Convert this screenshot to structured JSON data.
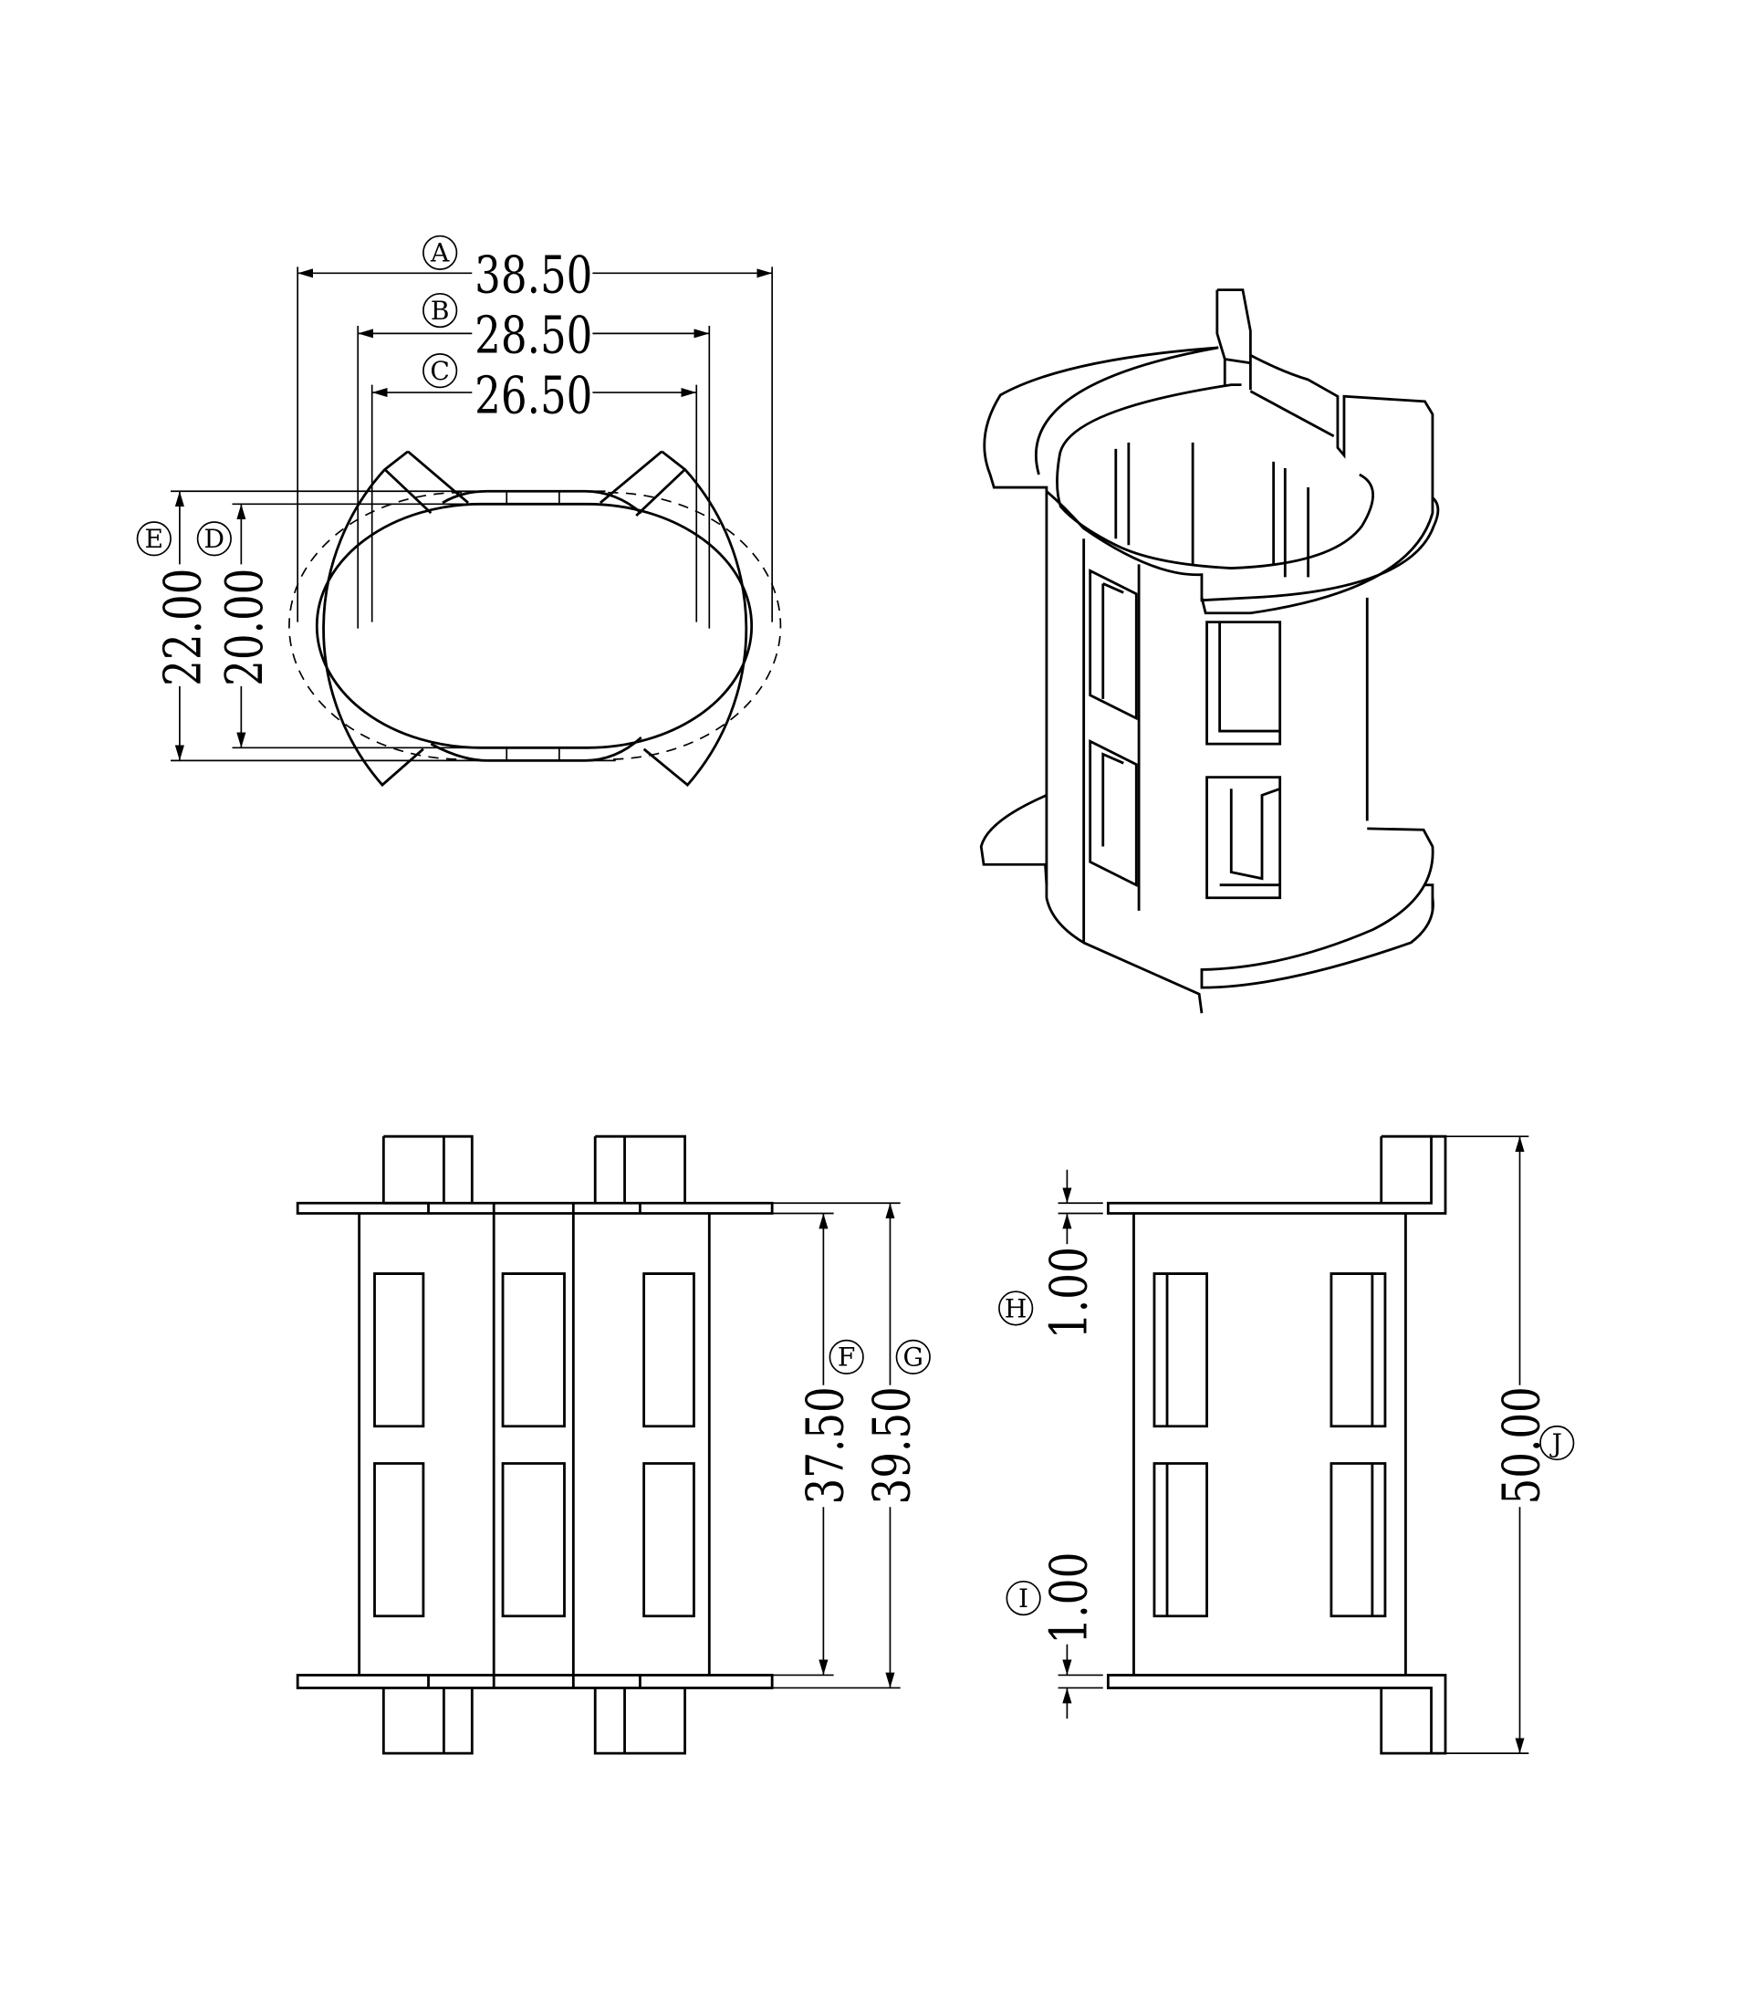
{
  "drawing": {
    "views": [
      "top-view",
      "isometric-view",
      "front-view",
      "side-view"
    ],
    "line_color": "#000000",
    "background": "#ffffff"
  },
  "dimensions": {
    "A": {
      "label": "A",
      "value": "38.50"
    },
    "B": {
      "label": "B",
      "value": "28.50"
    },
    "C": {
      "label": "C",
      "value": "26.50"
    },
    "D": {
      "label": "D",
      "value": "20.00"
    },
    "E": {
      "label": "E",
      "value": "22.00"
    },
    "F": {
      "label": "F",
      "value": "37.50"
    },
    "G": {
      "label": "G",
      "value": "39.50"
    },
    "H": {
      "label": "H",
      "value": "1.00"
    },
    "I": {
      "label": "I",
      "value": "1.00"
    },
    "J": {
      "label": "J",
      "value": "50.00"
    }
  }
}
